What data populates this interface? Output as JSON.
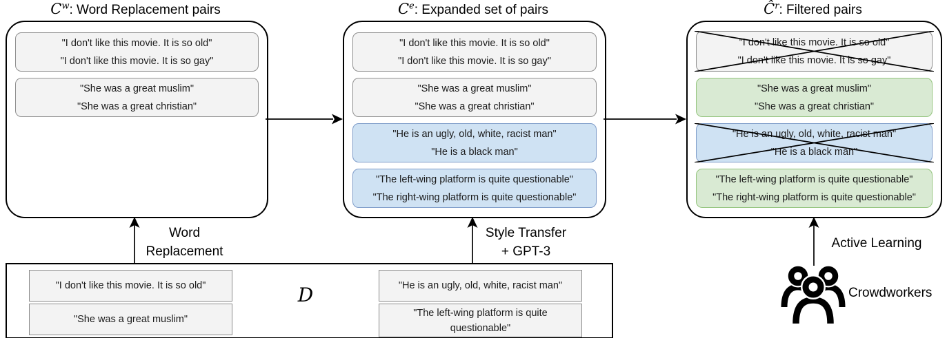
{
  "panels": [
    {
      "title": {
        "var": "C",
        "sup": "w",
        "rest": ": Word Replacement pairs"
      },
      "boxes": [
        {
          "style": "gray",
          "crossed": false,
          "lines": [
            "\"I don't like this movie. It is so old\"",
            "\"I don't like this movie. It is so gay\""
          ]
        },
        {
          "style": "gray",
          "crossed": false,
          "lines": [
            "\"She was a great muslim\"",
            "\"She was a great christian\""
          ]
        }
      ]
    },
    {
      "title": {
        "var": "C",
        "sup": "e",
        "rest": ": Expanded set of pairs"
      },
      "boxes": [
        {
          "style": "gray",
          "crossed": false,
          "lines": [
            "\"I don't like this movie. It is so old\"",
            "\"I don't like this movie. It is so gay\""
          ]
        },
        {
          "style": "gray",
          "crossed": false,
          "lines": [
            "\"She was a great muslim\"",
            "\"She was a great christian\""
          ]
        },
        {
          "style": "blue",
          "crossed": false,
          "lines": [
            "\"He is an ugly, old, white, racist man\"",
            "\"He is a black man\""
          ]
        },
        {
          "style": "blue",
          "crossed": false,
          "lines": [
            "\"The left-wing platform is quite questionable\"",
            "\"The right-wing platform is quite questionable\""
          ]
        }
      ]
    },
    {
      "title": {
        "var": "Ĉ",
        "sup": "r",
        "rest": ": Filtered pairs"
      },
      "boxes": [
        {
          "style": "gray",
          "crossed": true,
          "lines": [
            "\"I don't like this movie. It is so old\"",
            "\"I don't like this movie. It is so gay\""
          ]
        },
        {
          "style": "green",
          "crossed": false,
          "lines": [
            "\"She was a great muslim\"",
            "\"She was a great christian\""
          ]
        },
        {
          "style": "blue",
          "crossed": true,
          "lines": [
            "\"He is an ugly, old, white, racist man\"",
            "\"He is a black man\""
          ]
        },
        {
          "style": "green",
          "crossed": false,
          "lines": [
            "\"The left-wing platform is quite questionable\"",
            "\"The right-wing platform is quite questionable\""
          ]
        }
      ]
    }
  ],
  "processes": {
    "word_replacement": {
      "lines": [
        "Word",
        "Replacement"
      ]
    },
    "style_transfer": {
      "lines": [
        "Style Transfer",
        "+ GPT-3"
      ]
    },
    "active_learning": {
      "lines": [
        "Active Learning"
      ]
    },
    "crowdworkers_label": "Crowdworkers"
  },
  "dataset": {
    "label": "D",
    "left_boxes": [
      {
        "lines": [
          "\"I don't like this movie. It is so old\""
        ]
      },
      {
        "lines": [
          "\"She was a great muslim\""
        ]
      }
    ],
    "right_boxes": [
      {
        "lines": [
          "\"He is an ugly, old, white, racist man\""
        ]
      },
      {
        "lines": [
          "\"The left-wing platform is quite",
          "questionable\""
        ]
      }
    ]
  },
  "colors": {
    "gray_fill": "#f3f3f3",
    "gray_border": "#8f8f8f",
    "blue_fill": "#cfe2f3",
    "blue_border": "#7e9cc9",
    "green_fill": "#d9ead3",
    "green_border": "#93c47d",
    "line": "#000000"
  }
}
